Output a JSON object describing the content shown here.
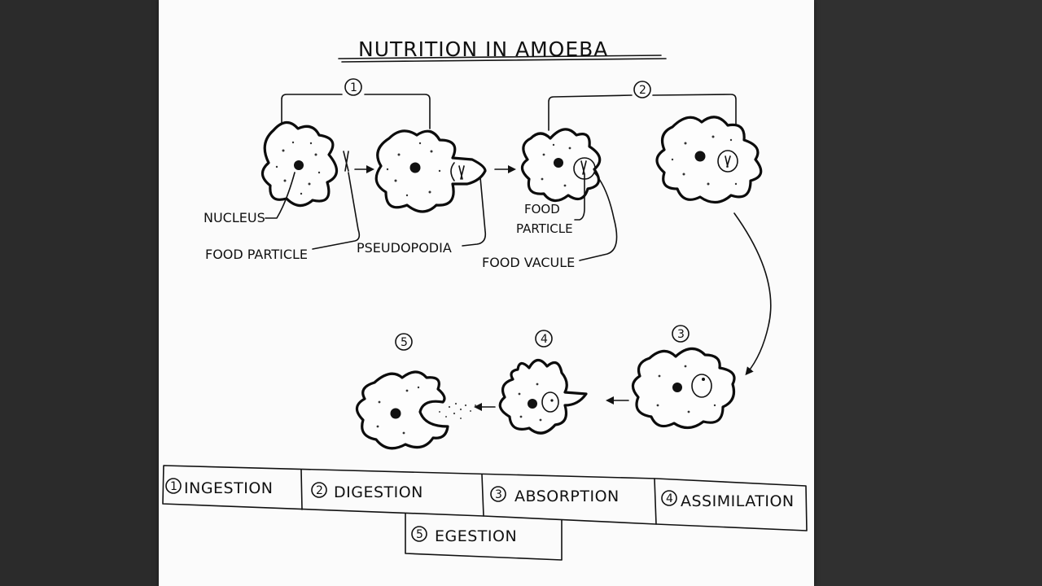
{
  "title": "NUTRITION IN AMOEBA",
  "step_numbers": [
    "1",
    "2",
    "3",
    "4",
    "5"
  ],
  "labels": {
    "nucleus": "NUCLEUS",
    "food_particle": "FOOD PARTICLE",
    "pseudopodia": "PSEUDOPODIA",
    "food_particle_2_line1": "FOOD",
    "food_particle_2_line2": "PARTICLE",
    "food_vacuole": "FOOD VACULE"
  },
  "stages": [
    {
      "num": "1",
      "name": "INGESTION"
    },
    {
      "num": "2",
      "name": "DIGESTION"
    },
    {
      "num": "3",
      "name": "ABSORPTION"
    },
    {
      "num": "4",
      "name": "ASSIMILATION"
    },
    {
      "num": "5",
      "name": "EGESTION"
    }
  ]
}
